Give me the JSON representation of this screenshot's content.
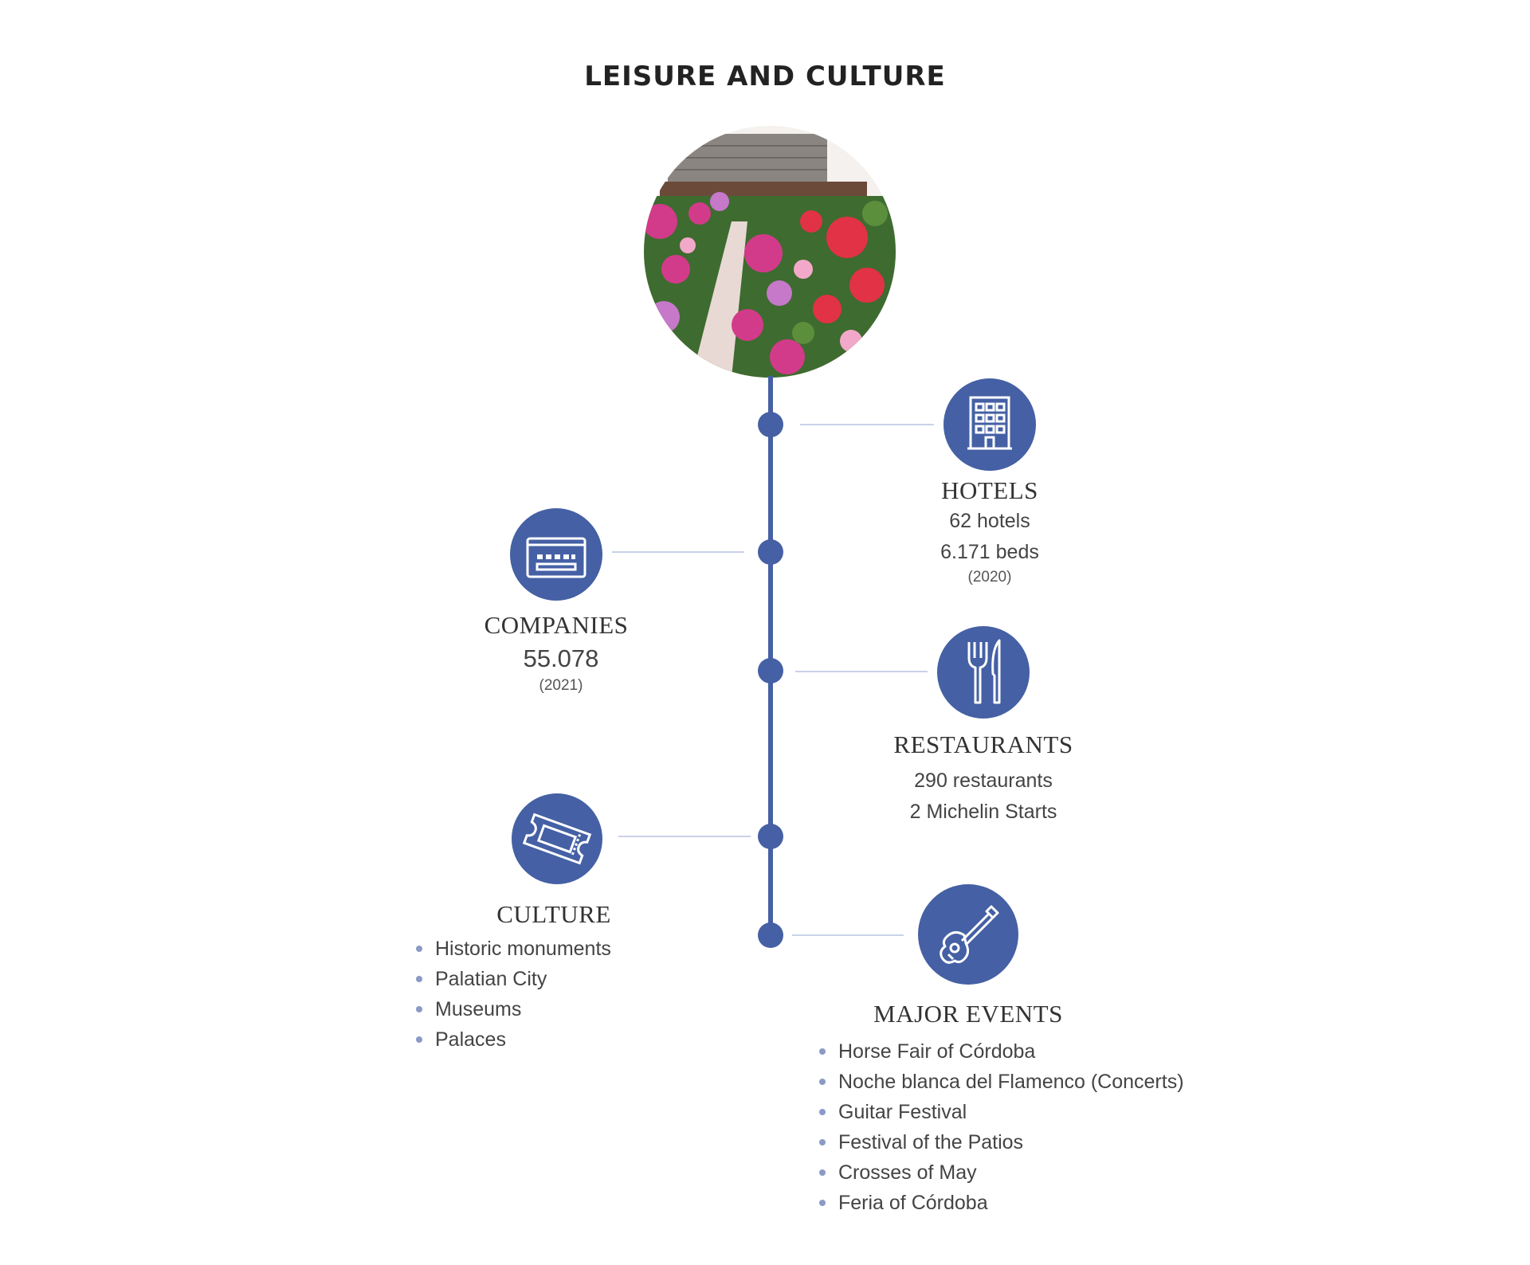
{
  "title": "LEISURE AND CULTURE",
  "hero_image": "flower-patio-photo",
  "colors": {
    "accent": "#4560a4",
    "connector": "#c8d2e8",
    "bullet": "#8b9ac6"
  },
  "hotels": {
    "icon": "building-icon",
    "heading": "HOTELS",
    "line1": "62 hotels",
    "line2": "6.171 beds",
    "year": "(2020)"
  },
  "companies": {
    "icon": "credit-card-icon",
    "heading": "COMPANIES",
    "value": "55.078",
    "year": "(2021)"
  },
  "restaurants": {
    "icon": "fork-knife-icon",
    "heading": "RESTAURANTS",
    "line1": "290 restaurants",
    "line2": "2 Michelin Starts"
  },
  "culture": {
    "icon": "ticket-icon",
    "heading": "CULTURE",
    "items": [
      "Historic monuments",
      "Palatian City",
      "Museums",
      "Palaces"
    ]
  },
  "events": {
    "icon": "guitar-icon",
    "heading": "MAJOR EVENTS",
    "items": [
      "Horse Fair of Córdoba",
      "Noche blanca del Flamenco (Concerts)",
      "Guitar Festival",
      "Festival of the Patios",
      "Crosses of May",
      "Feria of Córdoba"
    ]
  }
}
